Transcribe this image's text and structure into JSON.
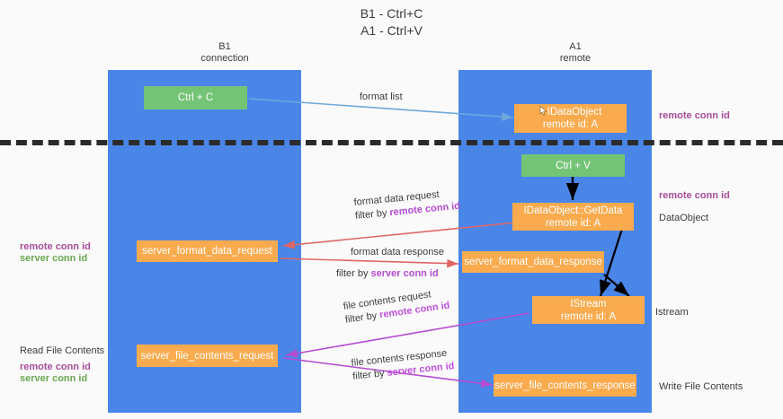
{
  "title": {
    "line1": "B1 - Ctrl+C",
    "line2": "A1 - Ctrl+V"
  },
  "colors": {
    "lane": "#4a86e8",
    "node_orange": "#f9ab4e",
    "node_green": "#74c476",
    "divider": "#2b2b2b",
    "conn_purple": "#a64d9a",
    "conn_green": "#6aa84f",
    "edge_blue": "#6fa8dc",
    "edge_red": "#e06666",
    "edge_black": "#000000",
    "edge_magenta": "#b44bd1"
  },
  "columns": [
    {
      "id": "b1",
      "line1": "B1",
      "line2": "connection"
    },
    {
      "id": "a1",
      "line1": "A1",
      "line2": "remote"
    }
  ],
  "nodes": [
    {
      "id": "ctrl-c",
      "label": "Ctrl + C",
      "sub": "",
      "color": "green"
    },
    {
      "id": "idataobject",
      "label": "IDataObject",
      "sub": "remote id: A",
      "color": "orange"
    },
    {
      "id": "ctrl-v",
      "label": "Ctrl + V",
      "sub": "",
      "color": "green"
    },
    {
      "id": "idataobject-getdata",
      "label": "IDataObject::GetData",
      "sub": "remote id: A",
      "color": "orange"
    },
    {
      "id": "server-format-data-request",
      "label": "server_format_data_request",
      "sub": "",
      "color": "orange"
    },
    {
      "id": "server-format-data-response",
      "label": "server_format_data_response",
      "sub": "",
      "color": "orange"
    },
    {
      "id": "istream",
      "label": "IStream",
      "sub": "remote id: A",
      "color": "orange"
    },
    {
      "id": "server-file-contents-request",
      "label": "server_file_contents_request",
      "sub": "",
      "color": "orange"
    },
    {
      "id": "server-file-contents-response",
      "label": "server_file_contents_response",
      "sub": "",
      "color": "orange"
    }
  ],
  "edge_labels": {
    "format_list": "format list",
    "format_data_request": "format data request",
    "format_data_request_filter_prefix": "filter by ",
    "format_data_request_filter_key": "remote conn id",
    "format_data_response": "format data response",
    "format_data_response_filter_prefix": "filter by ",
    "format_data_response_filter_key": "server conn id",
    "file_contents_request": "file contents request",
    "file_contents_request_filter_prefix": "filter by ",
    "file_contents_request_filter_key": "remote conn id",
    "file_contents_response": "file contents response",
    "file_contents_response_filter_prefix": "filter by ",
    "file_contents_response_filter_key": "server conn id"
  },
  "side_labels": {
    "right_remote_conn_id_top": "remote conn id",
    "right_remote_conn_id_mid": "remote conn id",
    "right_dataobject": "DataObject",
    "right_istream": "Istream",
    "right_write_file_contents": "Write File Contents",
    "left_remote_conn_id": "remote conn id",
    "left_server_conn_id": "server conn id",
    "left_read_file_contents": "Read File Contents",
    "left_remote_conn_id_2": "remote conn id",
    "left_server_conn_id_2": "server conn id"
  }
}
